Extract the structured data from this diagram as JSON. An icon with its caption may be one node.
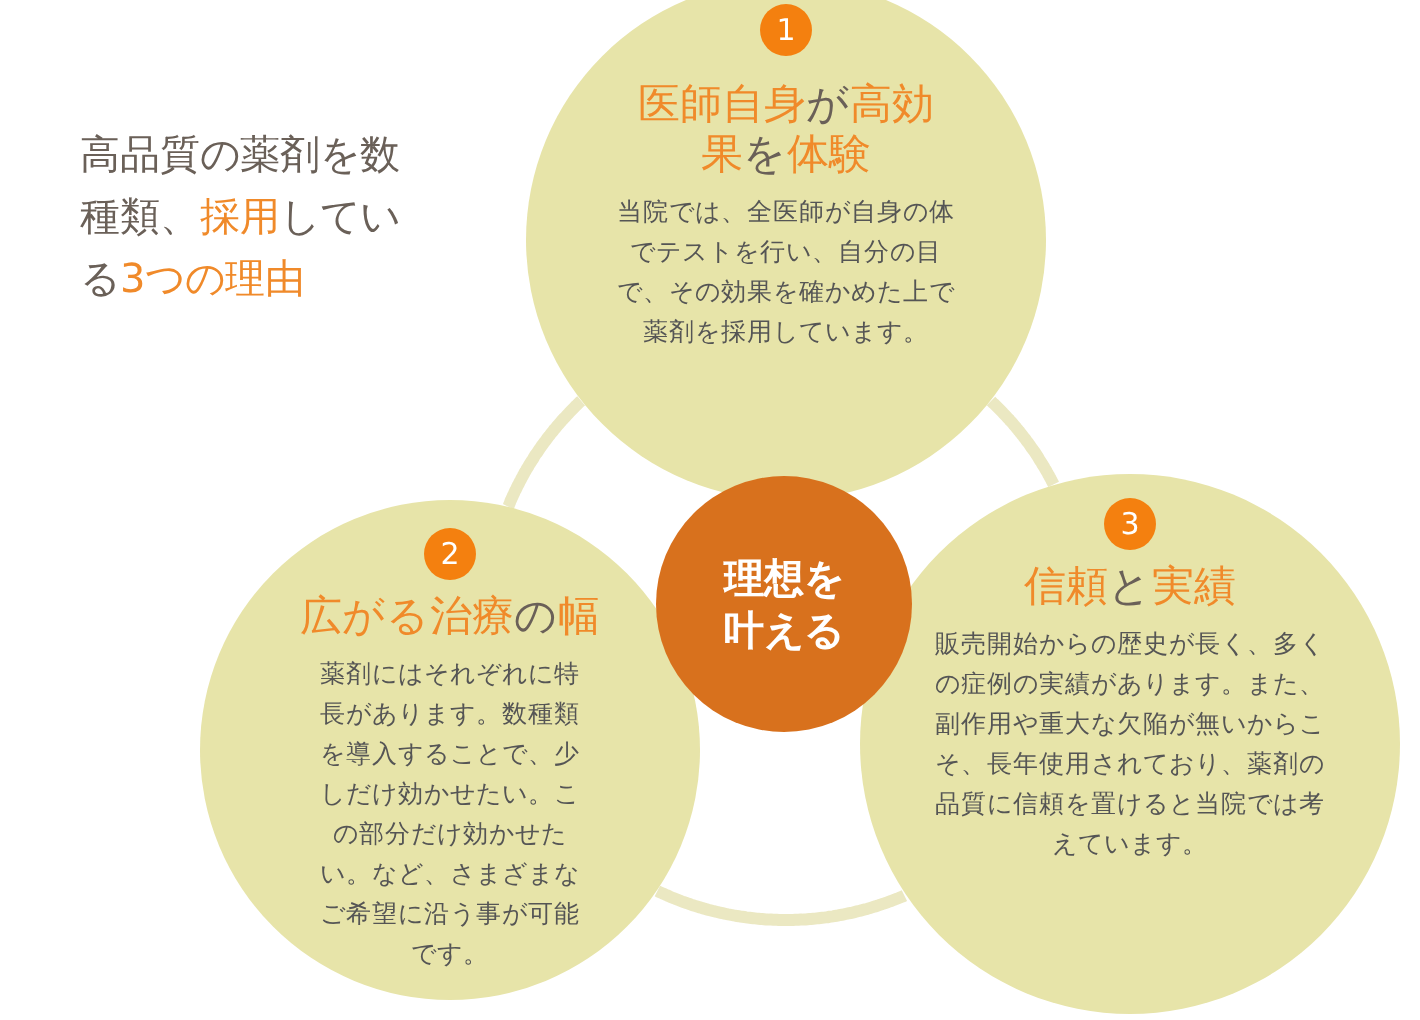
{
  "diagram": {
    "title": "高品質の薬剤を数種類、**採用**している**3つの理由**",
    "nodes": [
      {
        "text": [
          "**医師自身**が**高効果**を**体験**",
          "当院では、全医師が自身の体でテストを行い、自分の目で、その効果を確かめた上で薬剤を採用しています。"
        ]
      },
      {
        "text": [
          "1"
        ],
        "in": 0
      },
      {
        "text": [
          "理想を叶える"
        ]
      },
      {
        "text": [
          "**広がる治療**の**幅**",
          "薬剤にはそれぞれに特長があります。数種類を導入することで、少しだけ効かせたい。この部分だけ効かせたい。など、さまざまなご希望に沿う事が可能です。"
        ]
      },
      {
        "text": [
          "2"
        ],
        "in": 3
      },
      {
        "text": [
          "**信頼**と**実績**",
          "販売開始からの歴史が長く、多くの症例の実績があります。また、副作用や重大な欠陥が無いからこそ、長年使用されており、薬剤の品質に信頼を置けると当院では考えています。"
        ]
      },
      {
        "text": [
          "3"
        ],
        "in": 5
      }
    ],
    "edges": [
      {
        "from": 0,
        "to": 3,
        "arrow": "none"
      },
      {
        "from": 3,
        "to": 5,
        "arrow": "none"
      },
      {
        "from": 5,
        "to": 0,
        "arrow": "none"
      }
    ]
  }
}
